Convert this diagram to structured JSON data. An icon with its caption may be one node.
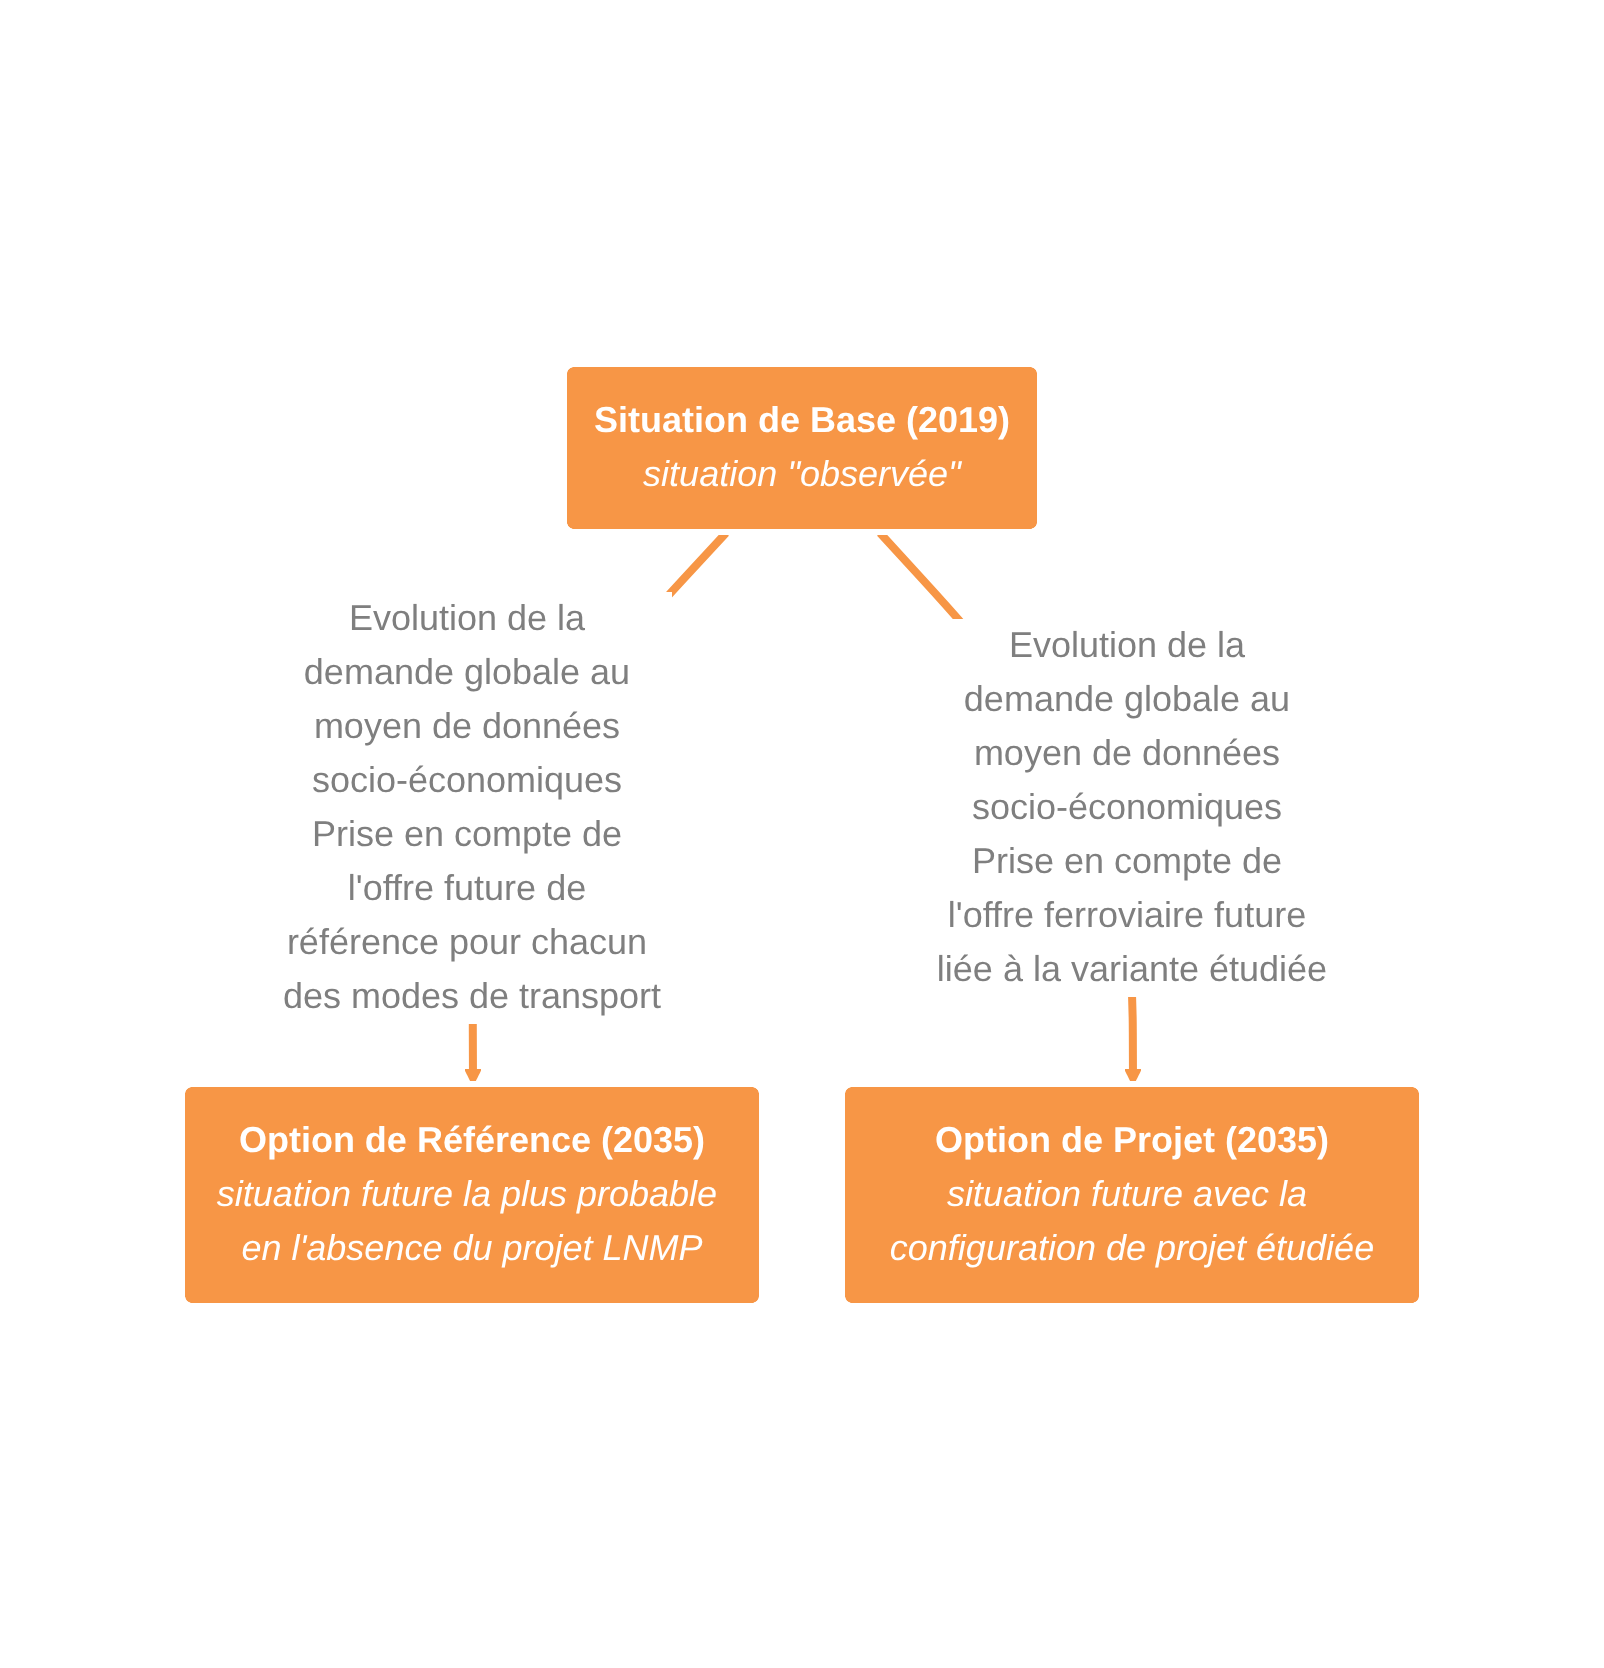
{
  "diagram": {
    "nodes": [
      {
        "text": [
          "Situation de Base (2019)",
          "situation \"observée\""
        ]
      },
      {
        "text": [
          "Option de Référence (2035)",
          "situation future la plus probable en l'absence du projet LNMP"
        ]
      },
      {
        "text": [
          "Option de Projet (2035)",
          "situation future avec la configuration de projet étudiée"
        ]
      }
    ],
    "edges": [
      {
        "from": 0,
        "to": 1,
        "arrow": "to",
        "label": "Evolution de la demande globale au moyen de données socio-économiques Prise en compte de l'offre future de référence pour chacun des modes de transport"
      },
      {
        "from": 0,
        "to": 2,
        "arrow": "to",
        "label": "Evolution de la demande globale au moyen de données socio-économiques Prise en compte de l'offre ferroviaire future liée à la variante étudiée"
      }
    ]
  }
}
